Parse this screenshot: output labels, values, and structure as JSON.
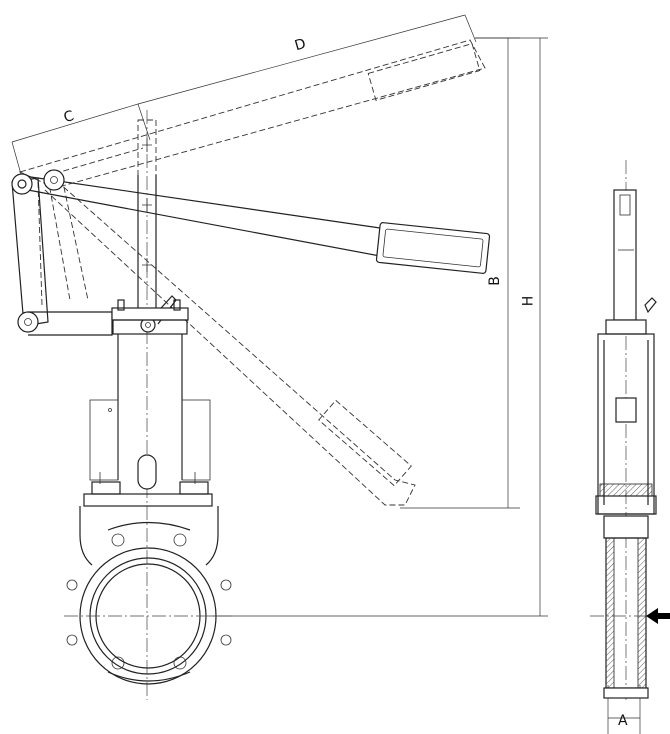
{
  "labels": {
    "c": "C",
    "d": "D",
    "b": "B",
    "h": "H",
    "a": "A"
  },
  "colors": {
    "line": "#222222",
    "arrow": "#000000",
    "background": "#ffffff"
  }
}
